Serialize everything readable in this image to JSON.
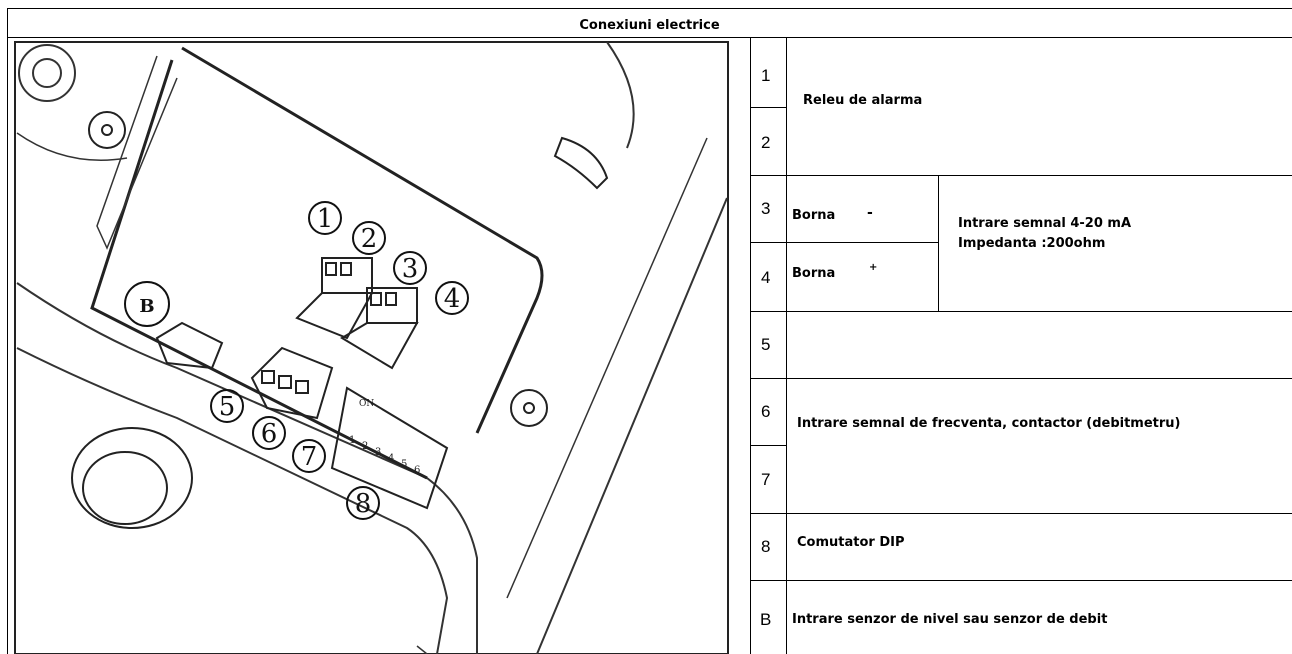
{
  "header": {
    "title": "Conexiuni electrice"
  },
  "diagram": {
    "callouts": [
      "1",
      "2",
      "3",
      "4",
      "5",
      "6",
      "7",
      "8"
    ],
    "sensor_badge": "B",
    "dip_labels": [
      "1",
      "2",
      "3",
      "4",
      "5",
      "6"
    ],
    "dip_header": "ON"
  },
  "rows": {
    "row1": {
      "num": "1"
    },
    "row2": {
      "num": "2"
    },
    "relay_label": "Releu de alarma",
    "row3": {
      "num": "3",
      "borna": "Borna",
      "sign": "-"
    },
    "row4": {
      "num": "4",
      "borna": "Borna",
      "sign": "+"
    },
    "signal_input": {
      "line1": "Intrare semnal 4-20 mA",
      "line2": "Impedanta :200ohm"
    },
    "row5": {
      "num": "5"
    },
    "row6": {
      "num": "6"
    },
    "row7": {
      "num": "7"
    },
    "frequency_label": "Intrare semnal de frecventa, contactor (debitmetru)",
    "row8": {
      "num": "8",
      "label": "Comutator DIP"
    },
    "rowB": {
      "num": "B",
      "label": "Intrare senzor de nivel sau senzor de debit"
    }
  }
}
